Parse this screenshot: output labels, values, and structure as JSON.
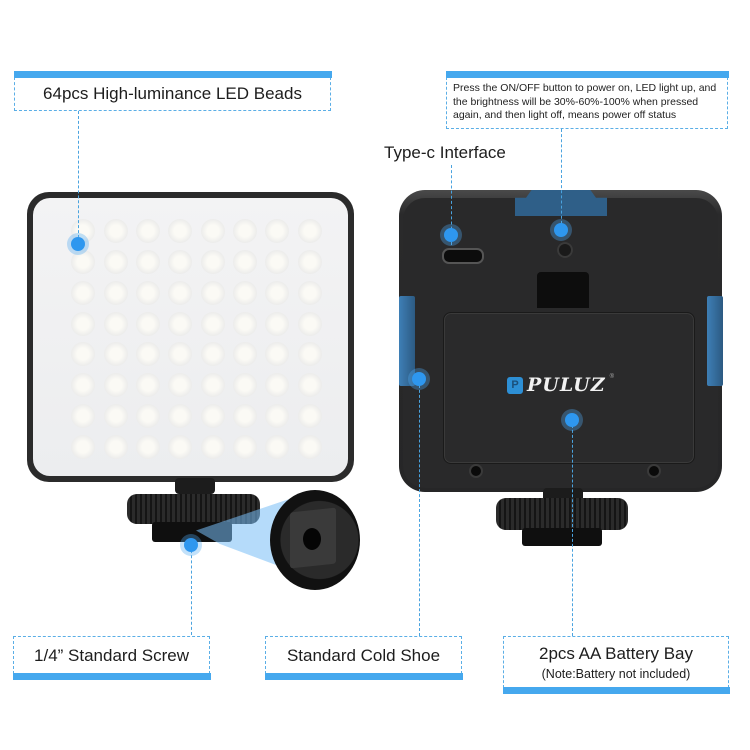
{
  "callouts": {
    "led_beads": "64pcs High-luminance LED Beads",
    "power_button": [
      "Press the ON/OFF button to power on, LED light up, and",
      "the brightness will be 30%-60%-100% when pressed",
      "again, and then light off,  means power off status"
    ],
    "type_c": "Type-c Interface",
    "screw": "1/4” Standard Screw",
    "cold_shoe": "Standard Cold Shoe",
    "battery_bay": "2pcs AA Battery Bay",
    "battery_note": "(Note:Battery not included)"
  },
  "brand": {
    "logo_mark": "P",
    "name": "PULUZ",
    "registered": "®"
  },
  "colors": {
    "accent_blue": "#45a8ee",
    "dot_blue": "#2e97ef",
    "device_black": "#29292a",
    "led_face": "#efeff1"
  },
  "led_grid": {
    "rows": 8,
    "cols": 8,
    "count": 64
  }
}
